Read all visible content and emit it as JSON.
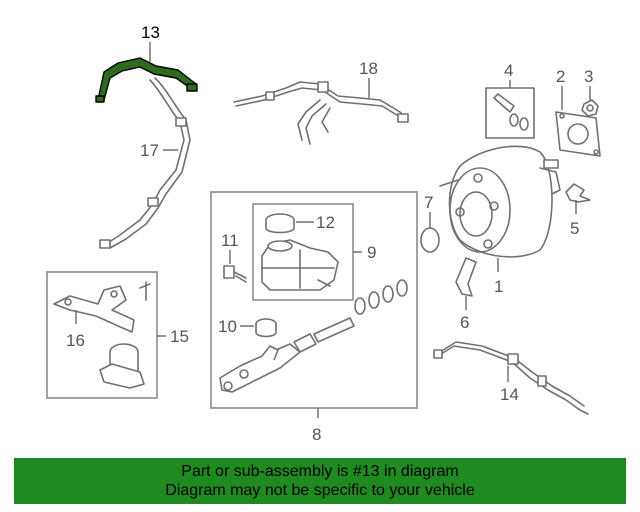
{
  "callouts": {
    "c1": "1",
    "c2": "2",
    "c3": "3",
    "c4": "4",
    "c5": "5",
    "c6": "6",
    "c7": "7",
    "c8": "8",
    "c9": "9",
    "c10": "10",
    "c11": "11",
    "c12": "12",
    "c13": "13",
    "c14": "14",
    "c15": "15",
    "c16": "16",
    "c17": "17",
    "c18": "18"
  },
  "highlighted_part": "13",
  "colors": {
    "highlight": "#2f6b1e",
    "banner": "#1f8a1f",
    "line": "#707070"
  },
  "banner": {
    "line1": "Part or sub-assembly is #13 in diagram",
    "line2": "Diagram may not be specific to your vehicle"
  }
}
